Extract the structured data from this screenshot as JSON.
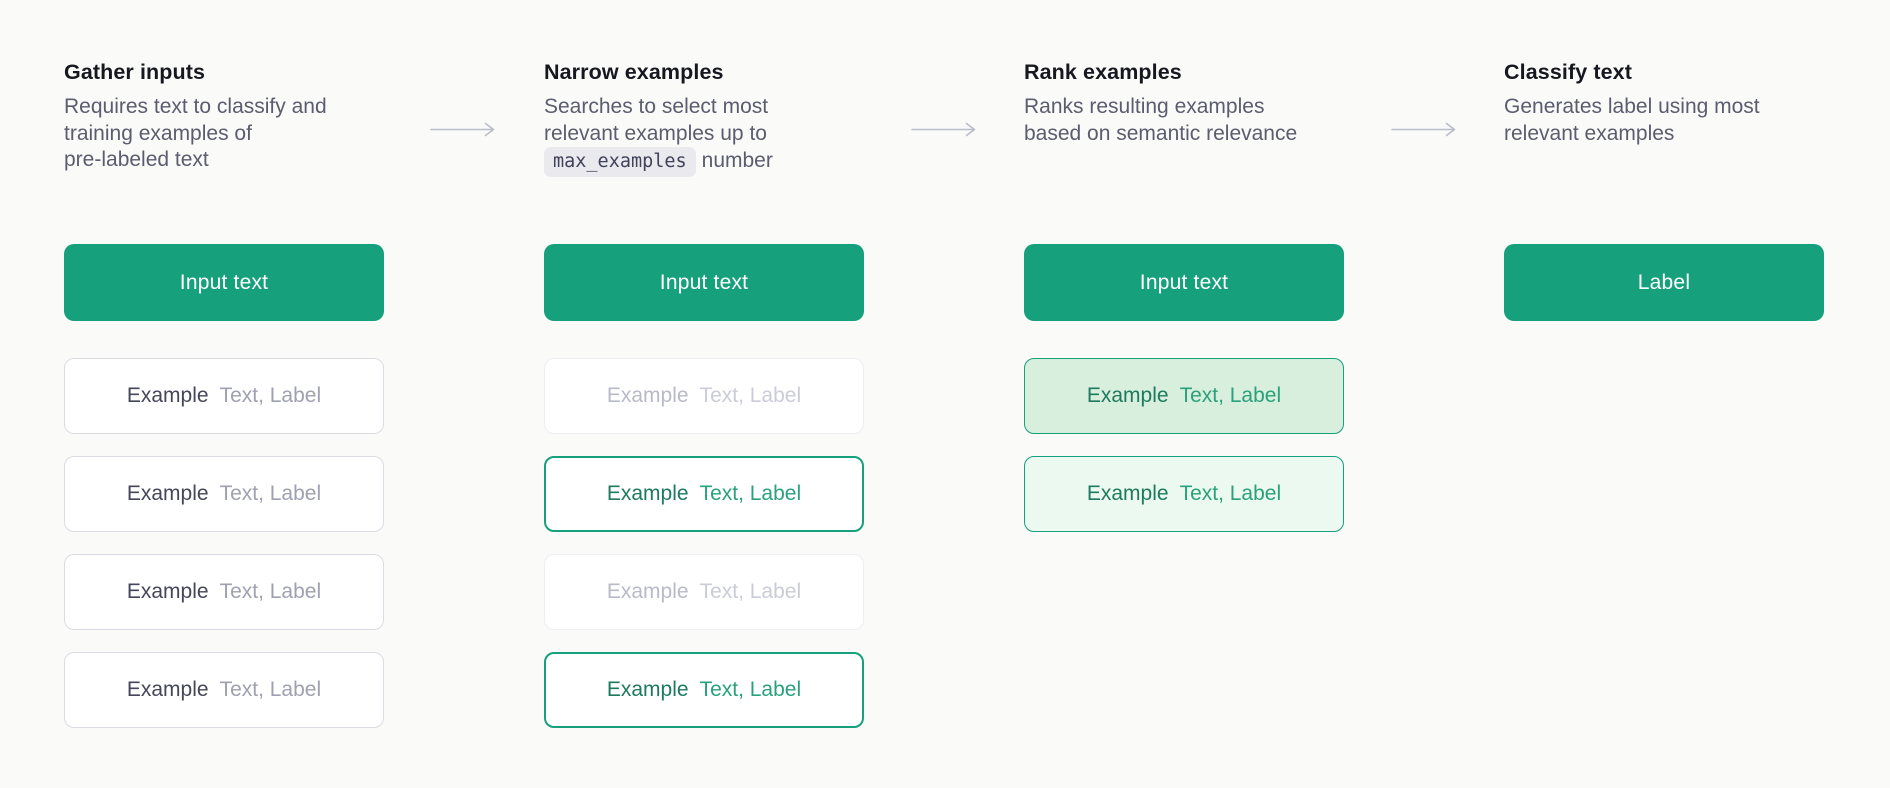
{
  "figure": {
    "background": "#fafaf9",
    "kind": "process-flow-diagram",
    "topic": "Text classification pipeline"
  },
  "colors": {
    "accent_green": "#17a07c",
    "green_fill_strong": "#d7efdc",
    "green_fill_light": "#ecf9f1",
    "green_text_dark": "#1e7a5f",
    "green_text": "#2aa17c",
    "card_border": "#dadbe4",
    "card_border_faded": "#eeeef3",
    "title_text": "#17181f",
    "description_text": "#5b5c6e",
    "example_name_text": "#45465a",
    "example_value_text": "#9fa0b1",
    "arrow": "#b9bdc9",
    "code_chip_bg": "#e9e9ee",
    "code_chip_text": "#41425a"
  },
  "steps": [
    {
      "title": "Gather inputs",
      "description": "Requires text to classify and\ntraining examples of\npre-labeled text",
      "button_label": "Input text",
      "examples": [
        {
          "name": "Example",
          "value": "Text, Label",
          "state": "default"
        },
        {
          "name": "Example",
          "value": "Text, Label",
          "state": "default"
        },
        {
          "name": "Example",
          "value": "Text, Label",
          "state": "default"
        },
        {
          "name": "Example",
          "value": "Text, Label",
          "state": "default"
        }
      ]
    },
    {
      "title": "Narrow examples",
      "description_before_code": "Searches to select most\nrelevant examples up to\n",
      "code_token": "max_examples",
      "description_after_code": "number",
      "button_label": "Input text",
      "examples": [
        {
          "name": "Example",
          "value": "Text, Label",
          "state": "faded"
        },
        {
          "name": "Example",
          "value": "Text, Label",
          "state": "selected"
        },
        {
          "name": "Example",
          "value": "Text, Label",
          "state": "faded"
        },
        {
          "name": "Example",
          "value": "Text, Label",
          "state": "selected"
        }
      ]
    },
    {
      "title": "Rank examples",
      "description": "Ranks resulting examples\nbased on semantic relevance",
      "button_label": "Input text",
      "examples": [
        {
          "name": "Example",
          "value": "Text, Label",
          "state": "ranked-first"
        },
        {
          "name": "Example",
          "value": "Text, Label",
          "state": "ranked-second"
        }
      ]
    },
    {
      "title": "Classify text",
      "description": "Generates label using most\nrelevant examples",
      "button_label": "Label",
      "examples": []
    }
  ]
}
